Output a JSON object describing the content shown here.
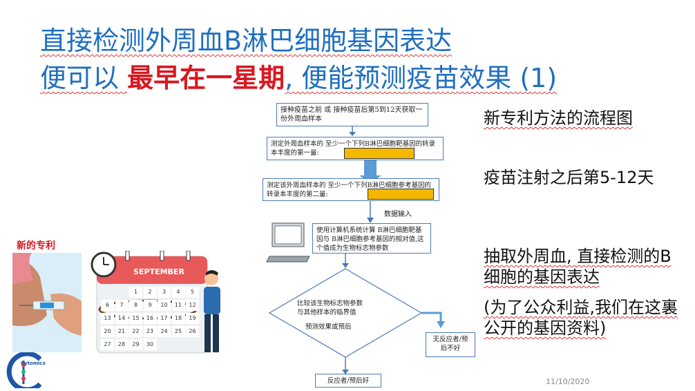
{
  "title": {
    "line1": "直接检测外周血B淋巴细胞基因表达",
    "line2_prefix": "便可以 ",
    "line2_highlight": "最早在一星期",
    "line2_suffix": ", 便能预测疫苗效果 (1)"
  },
  "right_notes": [
    "新专利方法的流程图",
    "疫苗注射之后第5-12天",
    "抽取外周血, 直接检测的B细胞的基因表达",
    "(为了公众利益,我们在这裏公开的基因资料)"
  ],
  "new_patent_label": "新的专利",
  "calendar": {
    "month": "SEPTEMBER",
    "rows": [
      [
        "",
        "",
        "1",
        "2",
        "3",
        "4",
        "5"
      ],
      [
        "6",
        "7",
        "8",
        "9",
        "10",
        "11",
        "12"
      ],
      [
        "13",
        "14",
        "15",
        "16",
        "17",
        "18",
        "19"
      ],
      [
        "20",
        "21",
        "22",
        "23",
        "24",
        "25",
        "26"
      ],
      [
        "27",
        "28",
        "29",
        "30",
        "",
        "",
        ""
      ]
    ]
  },
  "logo_text": "Cytomics",
  "flowchart": {
    "step1": "接种疫苗之前 或 接种疫苗后第5到12天获取一份外周血样本",
    "step2": "测定外周血样本的 至少一个下列B淋巴细胞靶基因的转录本丰度的第一量:",
    "step3": "测定该外周血样本的 至少一个下列B淋巴细胞参考基因的转录本丰度的第二量:",
    "data_input": "数据输入",
    "step4": "使用计算机系统计算 B淋巴细胞靶基因与 B淋巴细胞参考基因的相对值,这个值成为生物标志物参数",
    "decision_line1": "比较该生物标志物参数",
    "decision_line2": "与其他样本的临界值",
    "decision_line3": "预测效果或预后",
    "no_response": "无反应者/预后不好",
    "response": "反应者/预后好"
  },
  "date": "11/10/2020",
  "colors": {
    "title_blue": "#1f6fc0",
    "highlight_red": "#d71920",
    "arrow_blue": "#5b9bd5",
    "highlight_box": "#f5b800"
  }
}
